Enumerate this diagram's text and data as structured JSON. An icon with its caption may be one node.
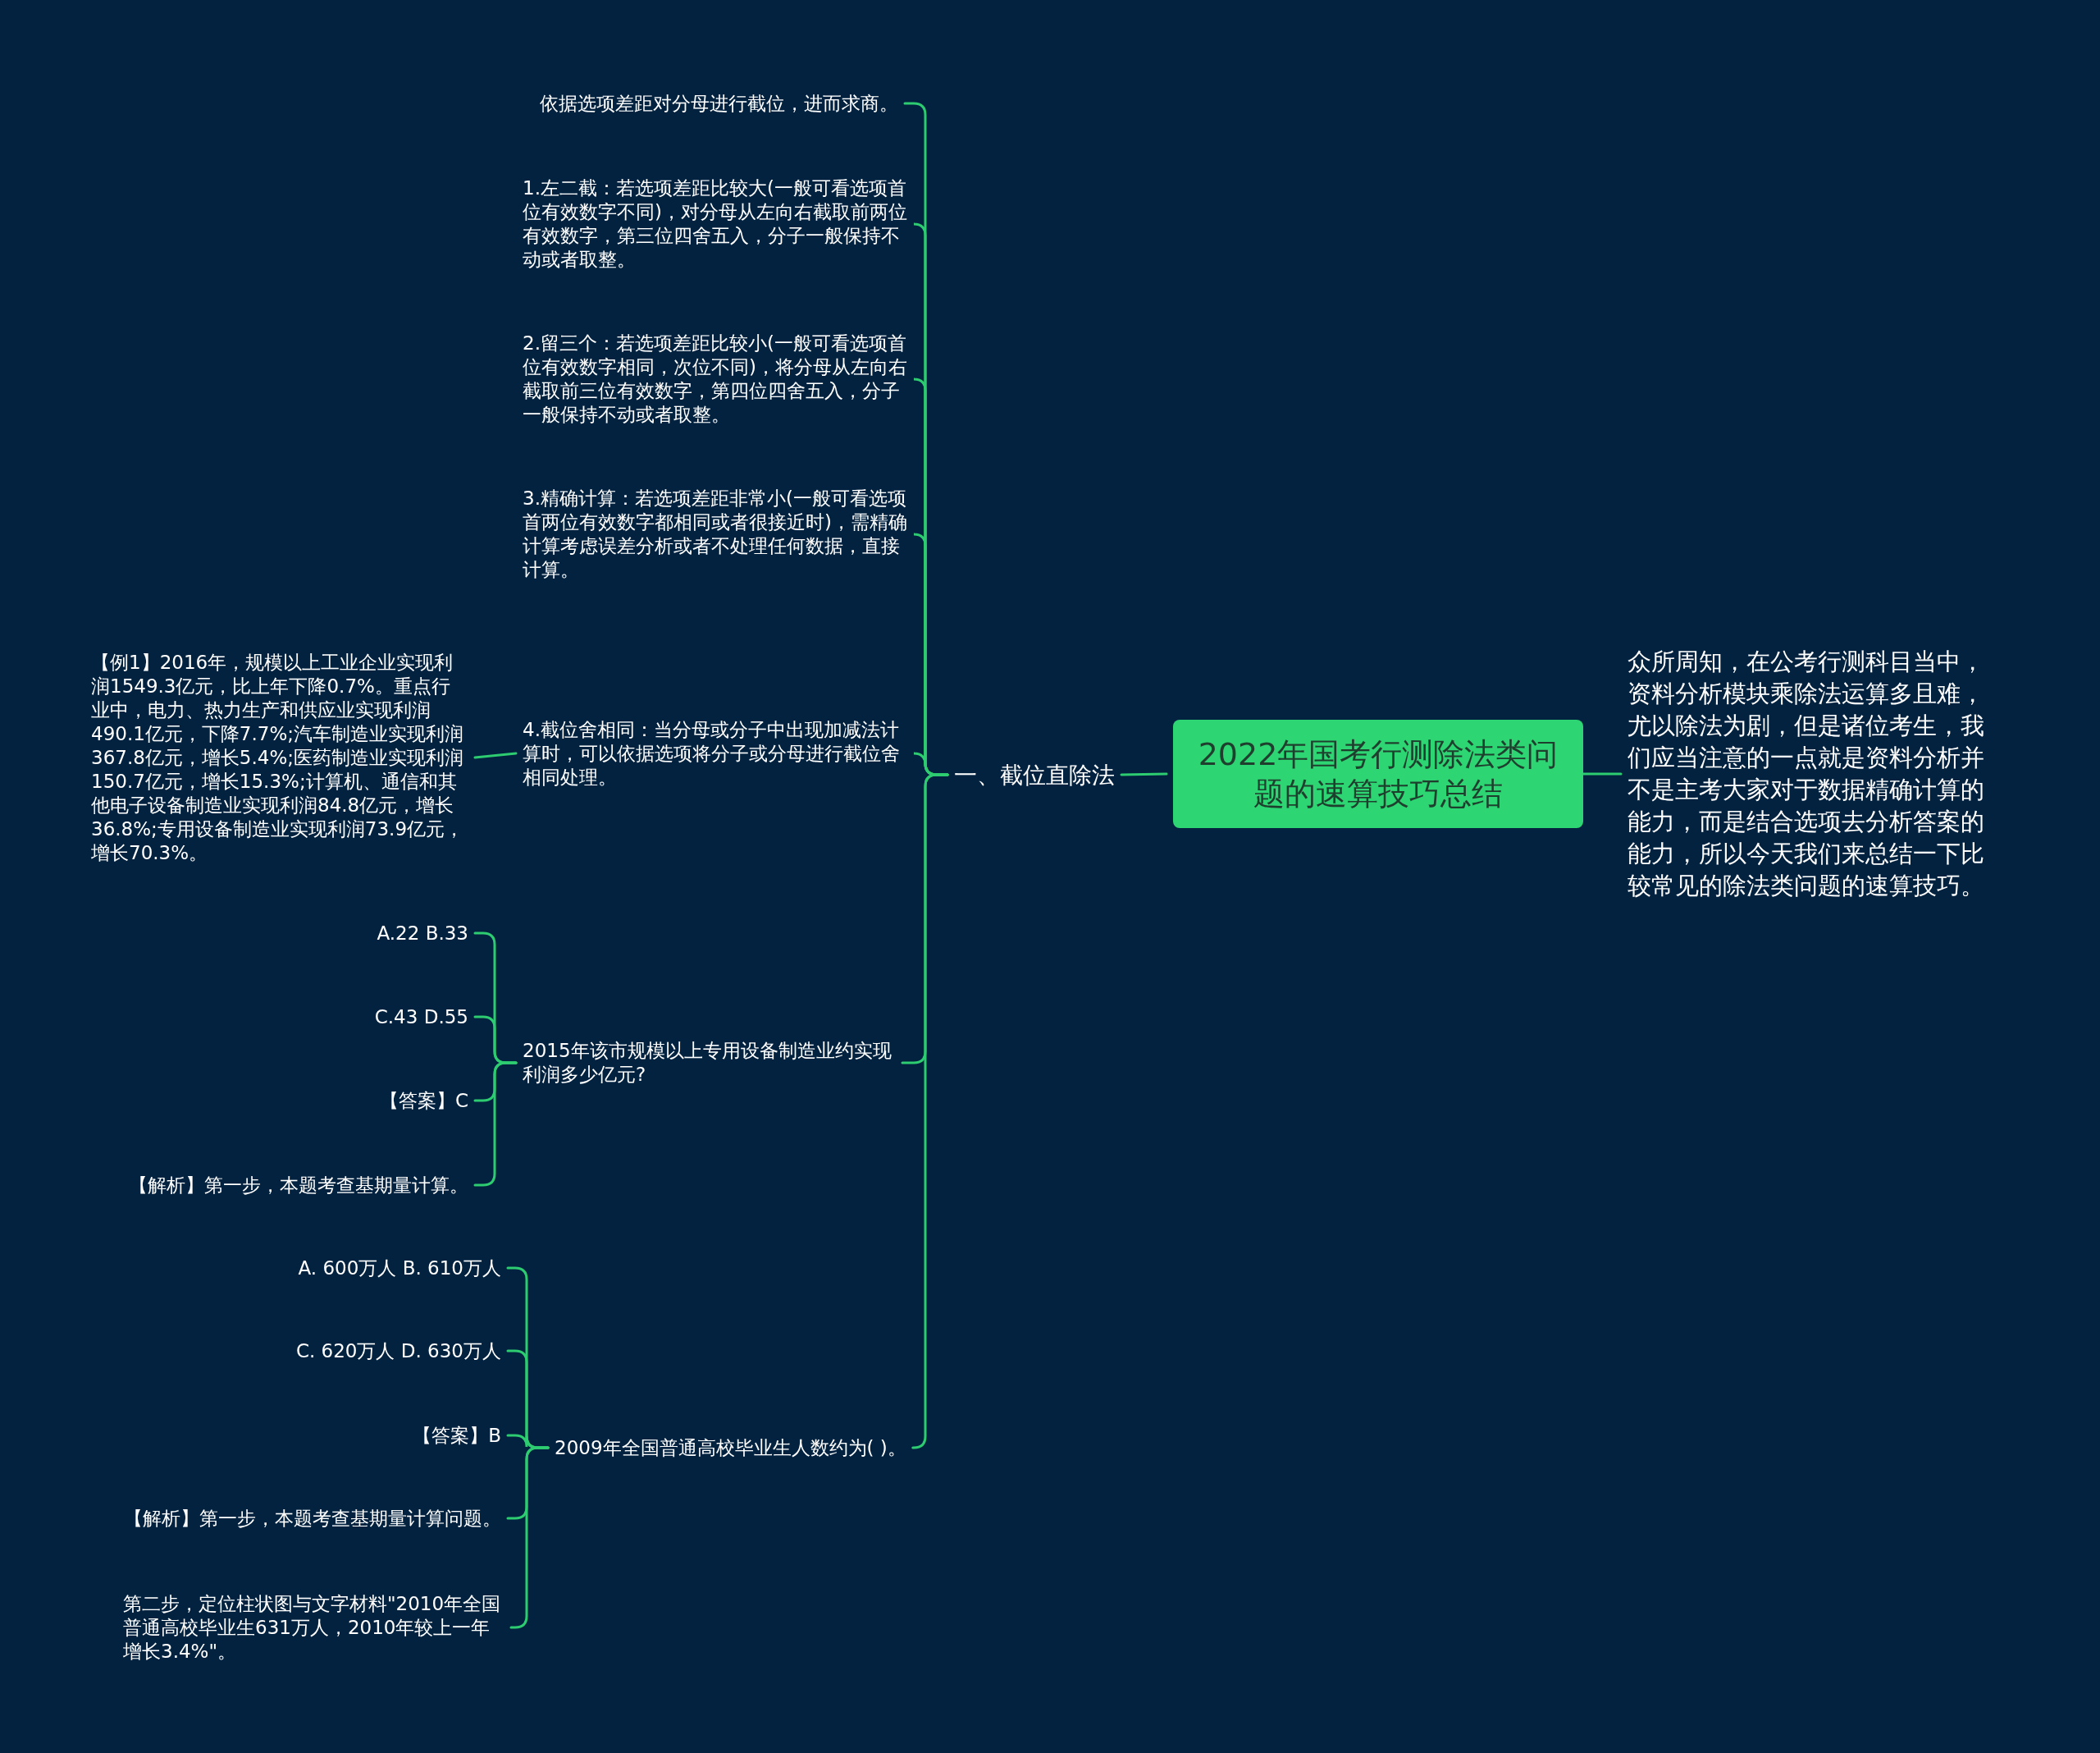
{
  "diagram": {
    "nodes": [
      {
        "text": [
          "2022年国考行测除法类问题的速算技巧总结"
        ]
      },
      {
        "text": [
          "众所周知，在公考行测科目当中，资料分析模块乘除法运算多且难，尤以除法为剧，但是诸位考生，我们应当注意的一点就是资料分析并不是主考大家对于数据精确计算的能力，而是结合选项去分析答案的能力，所以今天我们来总结一下比较常见的除法类问题的速算技巧。"
        ]
      },
      {
        "text": [
          "一、截位直除法"
        ]
      },
      {
        "text": [
          "依据选项差距对分母进行截位，进而求商。"
        ]
      },
      {
        "text": [
          "1.左二截：若选项差距比较大(一般可看选项首位有效数字不同)，对分母从左向右截取前两位有效数字，第三位四舍五入，分子一般保持不动或者取整。"
        ]
      },
      {
        "text": [
          "2.留三个：若选项差距比较小(一般可看选项首位有效数字相同，次位不同)，将分母从左向右截取前三位有效数字，第四位四舍五入，分子一般保持不动或者取整。"
        ]
      },
      {
        "text": [
          "3.精确计算：若选项差距非常小(一般可看选项首两位有效数字都相同或者很接近时)，需精确计算考虑误差分析或者不处理任何数据，直接计算。"
        ]
      },
      {
        "text": [
          "4.截位舍相同：当分母或分子中出现加减法计算时，可以依据选项将分子或分母进行截位舍相同处理。"
        ]
      },
      {
        "text": [
          "【例1】2016年，规模以上工业企业实现利润1549.3亿元，比上年下降0.7%。重点行业中，电力、热力生产和供应业实现利润490.1亿元，下降7.7%;汽车制造业实现利润367.8亿元，增长5.4%;医药制造业实现利润150.7亿元，增长15.3%;计算机、通信和其他电子设备制造业实现利润84.8亿元，增长36.8%;专用设备制造业实现利润73.9亿元，增长70.3%。"
        ]
      },
      {
        "text": [
          "2015年该市规模以上专用设备制造业约实现利润多少亿元?"
        ]
      },
      {
        "text": [
          "A.22 B.33"
        ]
      },
      {
        "text": [
          "C.43 D.55"
        ]
      },
      {
        "text": [
          "【答案】C"
        ]
      },
      {
        "text": [
          "【解析】第一步，本题考查基期量计算。"
        ]
      },
      {
        "text": [
          "2009年全国普通高校毕业生人数约为( )。"
        ]
      },
      {
        "text": [
          "A. 600万人 B. 610万人"
        ]
      },
      {
        "text": [
          "C. 620万人 D. 630万人"
        ]
      },
      {
        "text": [
          "【答案】B"
        ]
      },
      {
        "text": [
          "【解析】第一步，本题考查基期量计算问题。"
        ]
      },
      {
        "text": [
          "第二步，定位柱状图与文字材料\"2010年全国普通高校毕业生631万人，2010年较上一年增长3.4%\"。"
        ]
      }
    ],
    "edges": [
      {
        "from": 0,
        "to": 1,
        "arrow": "none"
      },
      {
        "from": 0,
        "to": 2,
        "arrow": "none"
      },
      {
        "from": 2,
        "to": 3,
        "arrow": "none"
      },
      {
        "from": 2,
        "to": 4,
        "arrow": "none"
      },
      {
        "from": 2,
        "to": 5,
        "arrow": "none"
      },
      {
        "from": 2,
        "to": 6,
        "arrow": "none"
      },
      {
        "from": 2,
        "to": 7,
        "arrow": "none"
      },
      {
        "from": 7,
        "to": 8,
        "arrow": "none"
      },
      {
        "from": 2,
        "to": 9,
        "arrow": "none"
      },
      {
        "from": 9,
        "to": 10,
        "arrow": "none"
      },
      {
        "from": 9,
        "to": 11,
        "arrow": "none"
      },
      {
        "from": 9,
        "to": 12,
        "arrow": "none"
      },
      {
        "from": 9,
        "to": 13,
        "arrow": "none"
      },
      {
        "from": 2,
        "to": 14,
        "arrow": "none"
      },
      {
        "from": 14,
        "to": 15,
        "arrow": "none"
      },
      {
        "from": 14,
        "to": 16,
        "arrow": "none"
      },
      {
        "from": 14,
        "to": 17,
        "arrow": "none"
      },
      {
        "from": 14,
        "to": 18,
        "arrow": "none"
      },
      {
        "from": 14,
        "to": 19,
        "arrow": "none"
      }
    ]
  }
}
